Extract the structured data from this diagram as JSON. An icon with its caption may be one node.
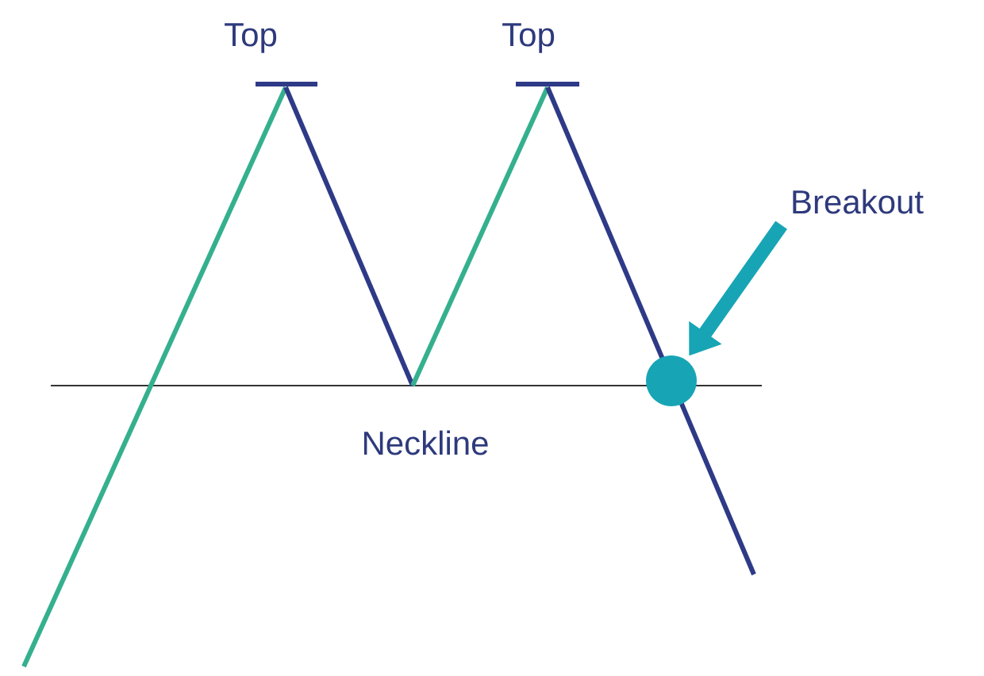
{
  "diagram": {
    "nodes": [
      {
        "text": [
          "Breakout"
        ]
      },
      {
        "text": [],
        "shape": "circle"
      }
    ],
    "edges": [
      {
        "from": 0,
        "to": 1,
        "arrow": "to"
      }
    ],
    "labels": [
      "Top",
      "Top",
      "Neckline"
    ]
  }
}
